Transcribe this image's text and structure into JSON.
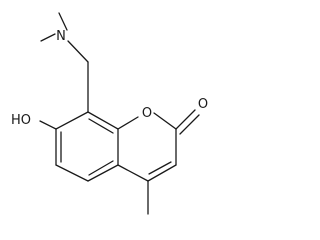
{
  "molecule": {
    "atoms": {
      "n": "N",
      "ho": "HO",
      "o_ring": "O",
      "o_carbonyl": "O"
    },
    "colors": {
      "bond": "#1a1a1a",
      "background": "#ffffff"
    }
  }
}
